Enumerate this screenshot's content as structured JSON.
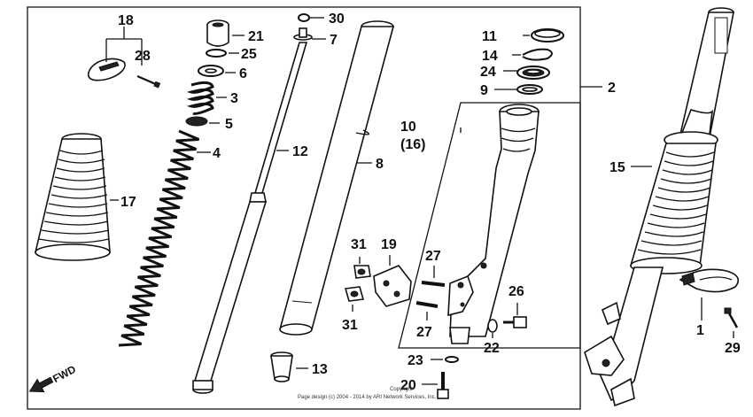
{
  "labels": {
    "p1": "1",
    "p2": "2",
    "p3": "3",
    "p4": "4",
    "p5": "5",
    "p6": "6",
    "p7": "7",
    "p8": "8",
    "p9": "9",
    "p10": "10",
    "p10b": "(16)",
    "p11": "11",
    "p12": "12",
    "p13": "13",
    "p14": "14",
    "p15": "15",
    "p17": "17",
    "p18": "18",
    "p19": "19",
    "p20": "20",
    "p21": "21",
    "p22": "22",
    "p23": "23",
    "p24": "24",
    "p25": "25",
    "p26": "26",
    "p27a": "27",
    "p27b": "27",
    "p28": "28",
    "p29": "29",
    "p30": "30",
    "p31a": "31",
    "p31b": "31"
  },
  "direction": "FWD",
  "copyright": {
    "line1": "Copyright",
    "line2": "Page design (c) 2004 - 2014 by ARI Network Services, Inc."
  }
}
